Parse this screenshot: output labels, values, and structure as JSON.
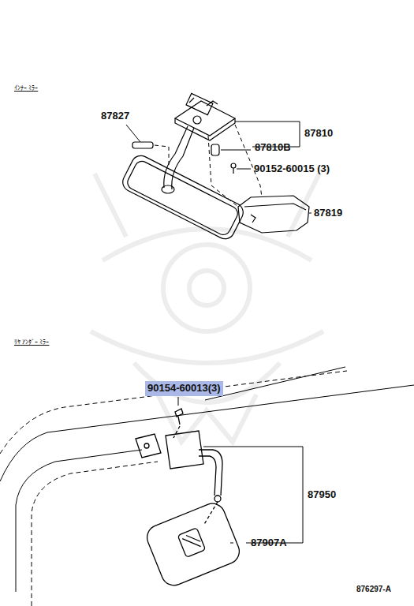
{
  "diagram": {
    "nodes": [
      {
        "text": [
          "90154-60013(3)"
        ]
      }
    ],
    "edges": [],
    "labels": [
      "ｲﾝﾅｰ ﾐﾗｰ",
      "87827",
      "87810",
      "87810B",
      "90152-60015 (3)",
      "87819",
      "ﾘﾔ ｱﾝﾀﾞｰ ﾐﾗｰ",
      "87950",
      "87907A",
      "876297-A"
    ]
  }
}
